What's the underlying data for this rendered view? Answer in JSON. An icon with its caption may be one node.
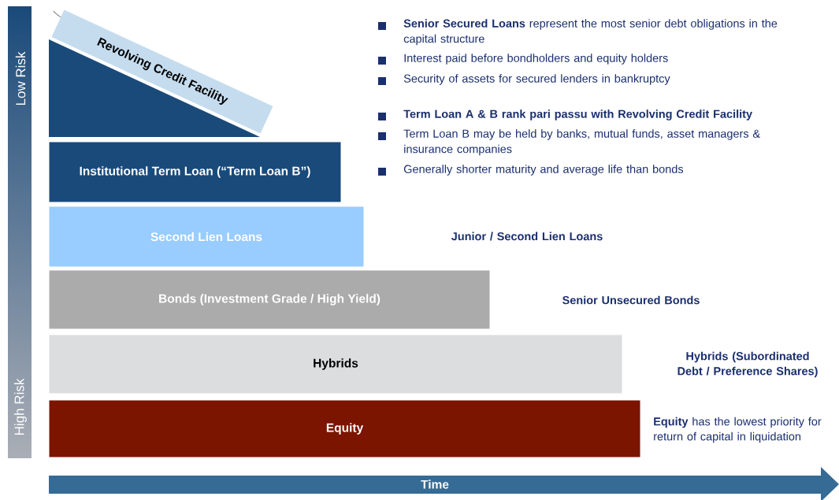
{
  "diagram": {
    "nodes": [
      {
        "text": [],
        "shape": "triangle"
      },
      {
        "text": [
          "Revolving Credit Facility"
        ]
      },
      {
        "text": [
          "Institutional Term Loan (“Term Loan B”)"
        ]
      },
      {
        "text": [
          "Second Lien Loans"
        ]
      },
      {
        "text": [
          "Bonds (Investment Grade / High Yield)"
        ]
      },
      {
        "text": [
          "Hybrids"
        ]
      },
      {
        "text": [
          "Equity"
        ],
        "beside": [
          "**Equity** has the lowest priority for return of capital in liquidation"
        ]
      }
    ],
    "labels": [
      "Low Risk",
      "High Risk",
      "**Senior Secured Loans** represent the most senior debt obligations in the capital structure",
      "Interest paid before bondholders and equity holders",
      "Security of assets for secured lenders in bankruptcy",
      "Term Loan A & B rank pari passu with Revolving Credit Facility",
      "Term Loan B may be held by banks, mutual funds, asset managers & insurance companies",
      "Generally shorter maturity and average life than bonds",
      "Junior / Second Lien Loans",
      "Senior Unsecured Bonds",
      "Hybrids (Subordinated Debt / Preference Shares)",
      "Time"
    ]
  }
}
